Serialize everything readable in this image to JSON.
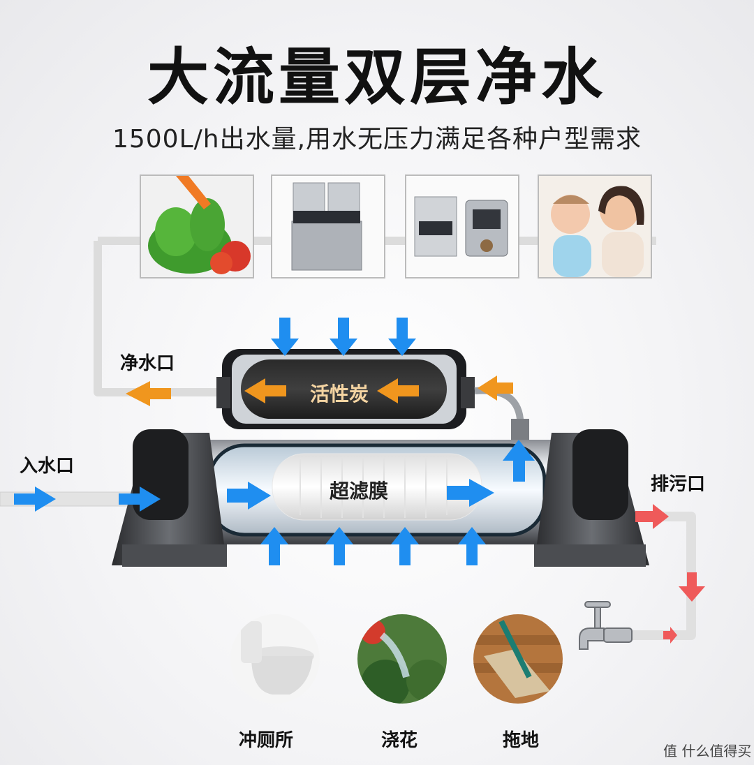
{
  "title": "大流量双层净水",
  "subtitle": "1500L/h出水量,用水无压力满足各种户型需求",
  "photos": [
    {
      "name": "vegetables-photo"
    },
    {
      "name": "ice-machine-photo"
    },
    {
      "name": "coffee-machine-photo"
    },
    {
      "name": "mother-baby-photo"
    }
  ],
  "labels": {
    "clean_outlet": "净水口",
    "inlet": "入水口",
    "drain": "排污口",
    "carbon": "活性炭",
    "uf": "超滤膜"
  },
  "uses": [
    {
      "name": "toilet",
      "label": "冲厕所"
    },
    {
      "name": "watering",
      "label": "浇花"
    },
    {
      "name": "mopping",
      "label": "拖地"
    }
  ],
  "watermark": "值 什么值得买",
  "colors": {
    "blue_arrow": "#1f8ef0",
    "orange_arrow": "#f0961e",
    "red_arrow": "#ef5a5a",
    "pipe": "#dcdcdc"
  }
}
